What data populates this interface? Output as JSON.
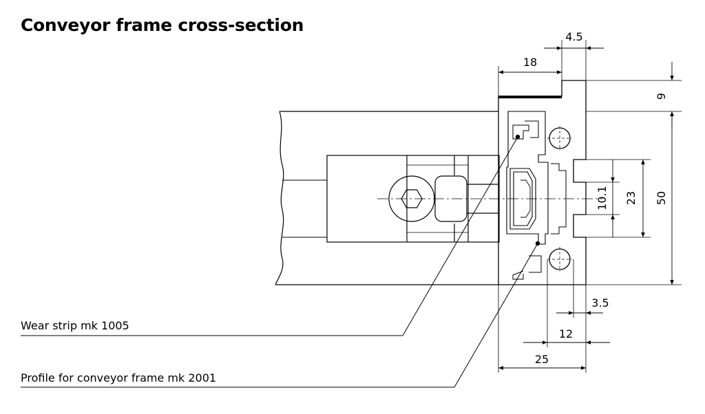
{
  "title": "Conveyor frame cross-section",
  "labels": {
    "wear_strip": "Wear strip mk 1005",
    "profile": "Profile for conveyor frame mk 2001"
  },
  "dimensions": {
    "top_small": "4.5",
    "top_width": "18",
    "right_top": "9",
    "slot_inner": "10.1",
    "slot_outer": "23",
    "height": "50",
    "bottom_small": "3.5",
    "bottom_mid": "12",
    "bottom_width": "25"
  }
}
